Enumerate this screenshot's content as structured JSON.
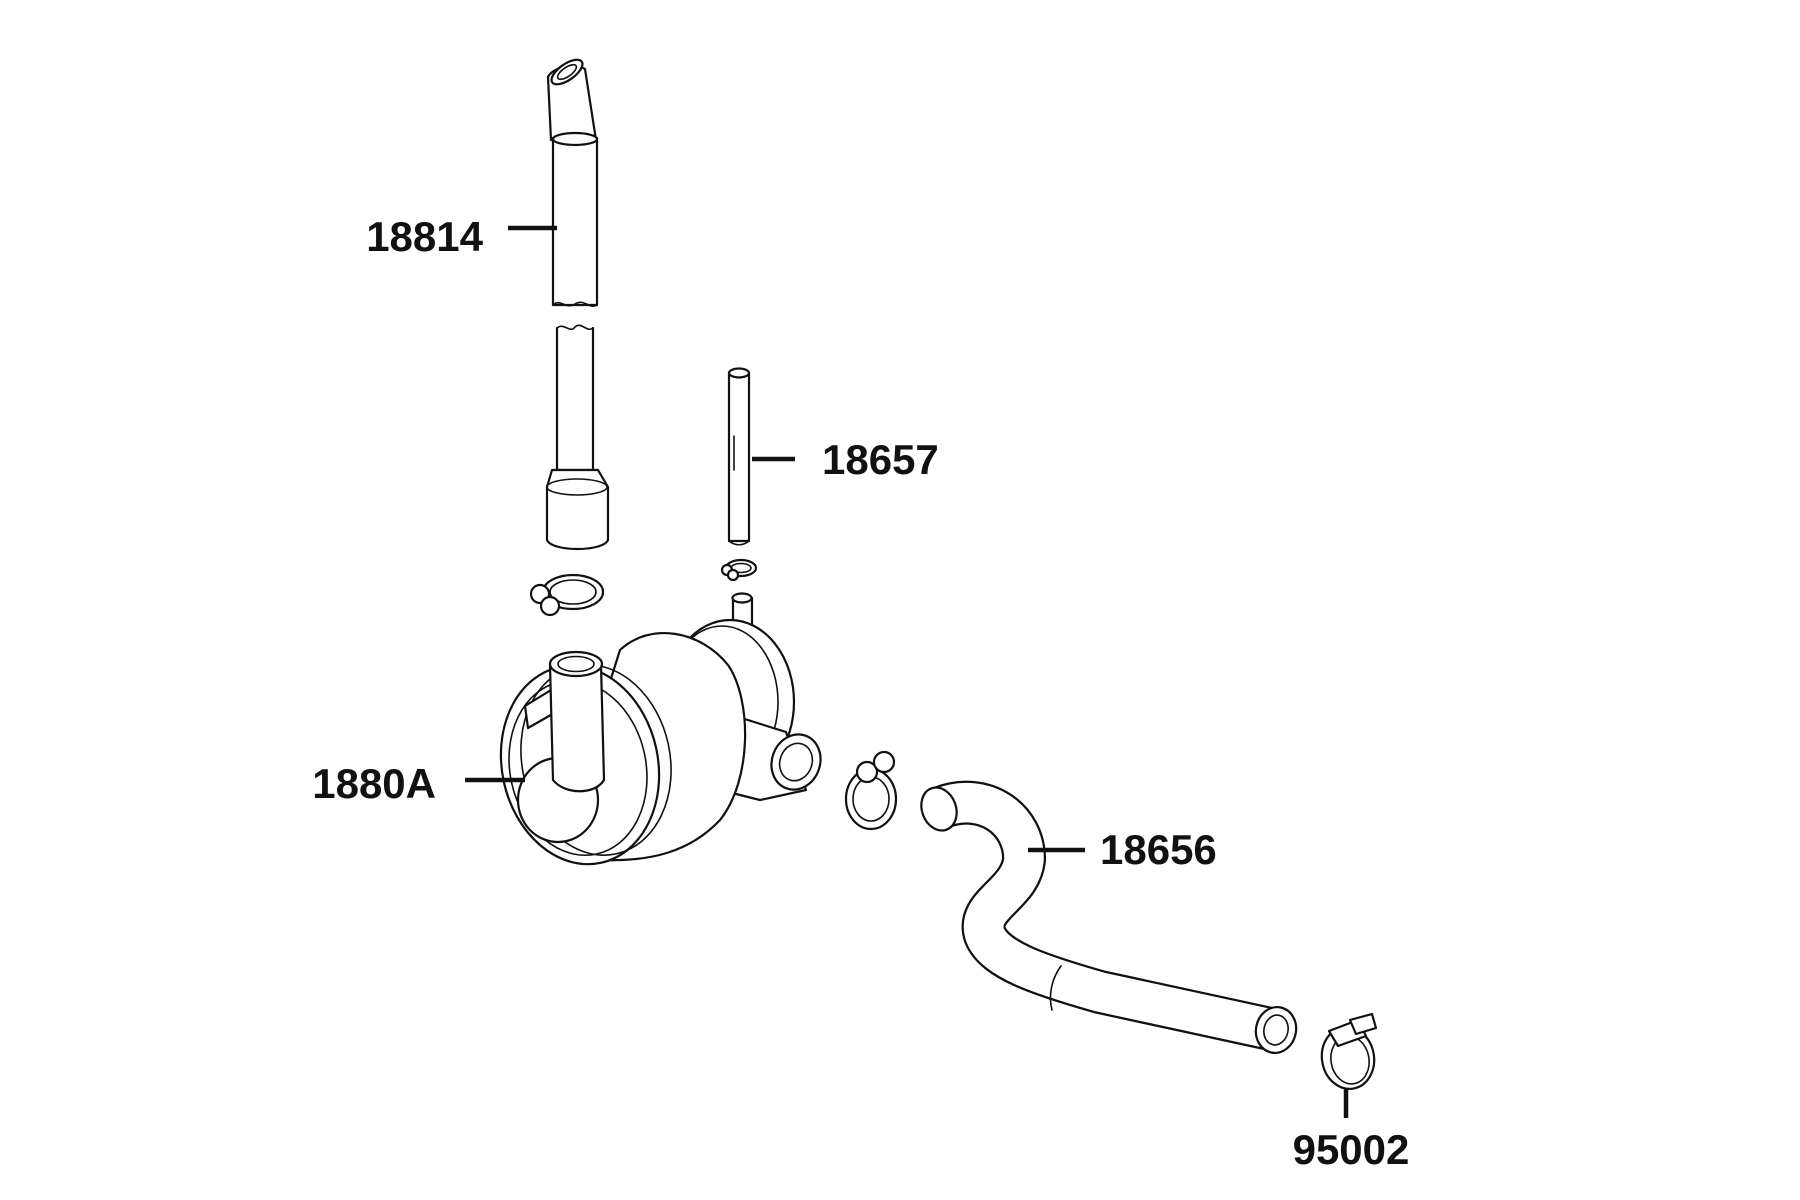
{
  "labels": {
    "p18814": "18814",
    "p18657": "18657",
    "p1880A": "1880A",
    "p18656": "18656",
    "p95002": "95002"
  }
}
